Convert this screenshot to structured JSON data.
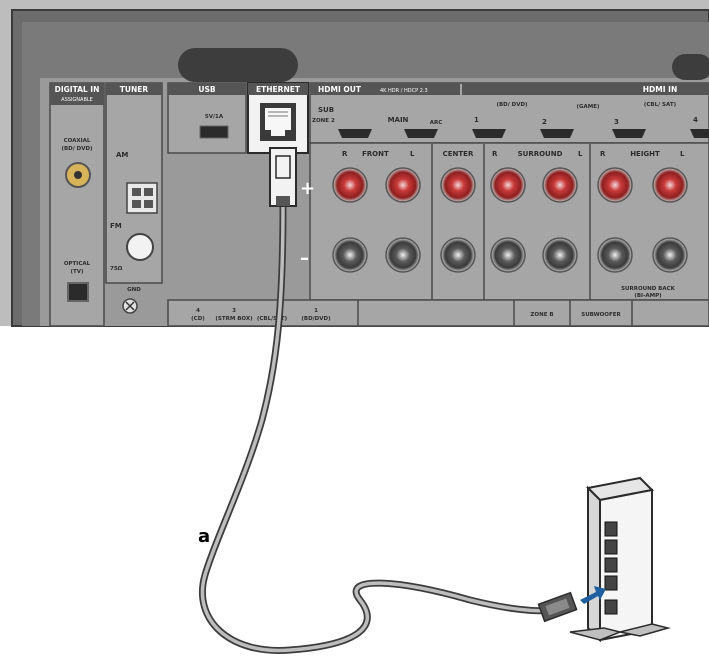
{
  "callout": {
    "cable_label": "a"
  },
  "panel": {
    "digital_in": "DIGITAL IN",
    "digital_in_sub": "ASSIGNABLE",
    "coaxial": "COAXIAL",
    "coaxial_sub": "(BD/ DVD)",
    "optical": "OPTICAL",
    "optical_sub": "(TV)",
    "tuner": "TUNER",
    "am": "AM",
    "fm": "FM",
    "fm_ohm": "75Ω",
    "gnd": "GND",
    "usb": "USB",
    "usb_power": "5V/1A",
    "ethernet": "ETHERNET",
    "hdmi_out": "HDMI OUT",
    "hdmi_spec": "4K HDR / HDCP 2.3",
    "hdmi_in": "HDMI IN",
    "sub": "SUB",
    "zone2": "ZONE 2",
    "main": "MAIN",
    "arc": "ARC",
    "in1": "1",
    "in1_sub": "(BD/ DVD)",
    "in2": "2",
    "in2_sub": "(GAME)",
    "in3": "3",
    "in3_sub": "(CBL/ SAT)",
    "in4": "4",
    "front": "FRONT",
    "center": "CENTER",
    "surround": "SURROUND",
    "height": "HEIGHT",
    "r": "R",
    "l": "L",
    "plus": "+",
    "minus": "–",
    "surround_back": "SURROUND BACK",
    "bi_amp": "(BI-AMP)",
    "a4": "4",
    "a4_sub": "(CD)",
    "a3": "3",
    "a3_sub": "(STRM BOX)",
    "a2_sub": "(CBL/SAT)",
    "a1": "1",
    "a1_sub": "(BD/DVD)",
    "zone_b": "ZONE B",
    "subwoofer": "SUBWOOFER"
  },
  "colors": {
    "panel": "#5b5b5b",
    "panel_light": "#a9a9a9",
    "terminal_red": "#c83a3a",
    "arrow": "#1f5fa0",
    "cable": "#8a8a8a"
  }
}
